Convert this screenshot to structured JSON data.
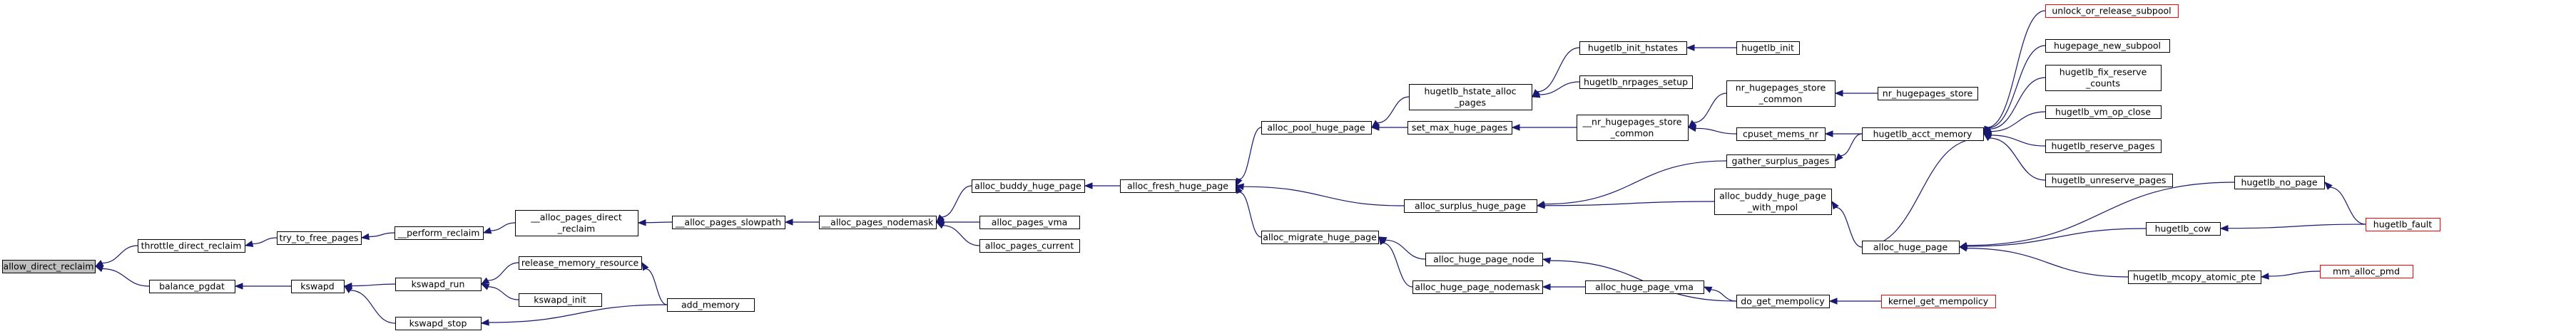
{
  "nodes": [
    {
      "id": "allow_direct_reclaim",
      "lines": [
        "allow_direct_reclaim"
      ],
      "root": true
    },
    {
      "id": "throttle_direct_reclaim",
      "lines": [
        "throttle_direct_reclaim"
      ]
    },
    {
      "id": "balance_pgdat",
      "lines": [
        "balance_pgdat"
      ]
    },
    {
      "id": "try_to_free_pages",
      "lines": [
        "try_to_free_pages"
      ]
    },
    {
      "id": "__perform_reclaim",
      "lines": [
        "__perform_reclaim"
      ]
    },
    {
      "id": "__alloc_pages_direct_reclaim",
      "lines": [
        "__alloc_pages_direct",
        "_reclaim"
      ]
    },
    {
      "id": "__alloc_pages_slowpath",
      "lines": [
        "__alloc_pages_slowpath"
      ]
    },
    {
      "id": "__alloc_pages_nodemask",
      "lines": [
        "__alloc_pages_nodemask"
      ]
    },
    {
      "id": "alloc_buddy_huge_page",
      "lines": [
        "alloc_buddy_huge_page"
      ]
    },
    {
      "id": "alloc_pages_vma",
      "lines": [
        "alloc_pages_vma"
      ]
    },
    {
      "id": "alloc_pages_current",
      "lines": [
        "alloc_pages_current"
      ]
    },
    {
      "id": "alloc_fresh_huge_page",
      "lines": [
        "alloc_fresh_huge_page"
      ]
    },
    {
      "id": "alloc_pool_huge_page",
      "lines": [
        "alloc_pool_huge_page"
      ]
    },
    {
      "id": "alloc_surplus_huge_page",
      "lines": [
        "alloc_surplus_huge_page"
      ]
    },
    {
      "id": "alloc_migrate_huge_page",
      "lines": [
        "alloc_migrate_huge_page"
      ]
    },
    {
      "id": "hugetlb_hstate_alloc_pages",
      "lines": [
        "hugetlb_hstate_alloc",
        "_pages"
      ]
    },
    {
      "id": "set_max_huge_pages",
      "lines": [
        "set_max_huge_pages"
      ]
    },
    {
      "id": "hugetlb_init_hstates",
      "lines": [
        "hugetlb_init_hstates"
      ]
    },
    {
      "id": "hugetlb_nrpages_setup",
      "lines": [
        "hugetlb_nrpages_setup"
      ]
    },
    {
      "id": "hugetlb_init",
      "lines": [
        "hugetlb_init"
      ]
    },
    {
      "id": "__nr_hugepages_store_common",
      "lines": [
        "__nr_hugepages_store",
        "_common"
      ]
    },
    {
      "id": "nr_hugepages_store_common",
      "lines": [
        "nr_hugepages_store",
        "_common"
      ]
    },
    {
      "id": "nr_hugepages_store",
      "lines": [
        "nr_hugepages_store"
      ]
    },
    {
      "id": "cpuset_mems_nr",
      "lines": [
        "cpuset_mems_nr"
      ]
    },
    {
      "id": "gather_surplus_pages",
      "lines": [
        "gather_surplus_pages"
      ]
    },
    {
      "id": "hugetlb_acct_memory",
      "lines": [
        "hugetlb_acct_memory"
      ]
    },
    {
      "id": "unlock_or_release_subpool",
      "lines": [
        "unlock_or_release_subpool"
      ],
      "red": true
    },
    {
      "id": "hugepage_new_subpool",
      "lines": [
        "hugepage_new_subpool"
      ]
    },
    {
      "id": "hugetlb_fix_reserve_counts",
      "lines": [
        "hugetlb_fix_reserve",
        "_counts"
      ]
    },
    {
      "id": "hugetlb_vm_op_close",
      "lines": [
        "hugetlb_vm_op_close"
      ]
    },
    {
      "id": "hugetlb_reserve_pages",
      "lines": [
        "hugetlb_reserve_pages"
      ]
    },
    {
      "id": "hugetlb_unreserve_pages",
      "lines": [
        "hugetlb_unreserve_pages"
      ]
    },
    {
      "id": "alloc_buddy_huge_page_with_mpol",
      "lines": [
        "alloc_buddy_huge_page",
        "_with_mpol"
      ]
    },
    {
      "id": "alloc_huge_page",
      "lines": [
        "alloc_huge_page"
      ]
    },
    {
      "id": "hugetlb_no_page",
      "lines": [
        "hugetlb_no_page"
      ]
    },
    {
      "id": "hugetlb_cow",
      "lines": [
        "hugetlb_cow"
      ]
    },
    {
      "id": "hugetlb_mcopy_atomic_pte",
      "lines": [
        "hugetlb_mcopy_atomic_pte"
      ]
    },
    {
      "id": "hugetlb_fault",
      "lines": [
        "hugetlb_fault"
      ],
      "red": true
    },
    {
      "id": "mm_alloc_pmd",
      "lines": [
        "mm_alloc_pmd"
      ],
      "red": true
    },
    {
      "id": "alloc_huge_page_node",
      "lines": [
        "alloc_huge_page_node"
      ]
    },
    {
      "id": "alloc_huge_page_nodemask",
      "lines": [
        "alloc_huge_page_nodemask"
      ]
    },
    {
      "id": "alloc_huge_page_vma",
      "lines": [
        "alloc_huge_page_vma"
      ]
    },
    {
      "id": "dc_get_mempolicy",
      "lines": [
        "do_get_mempolicy"
      ]
    },
    {
      "id": "kernel_get_mempolicy",
      "lines": [
        "kernel_get_mempolicy"
      ],
      "red": true
    },
    {
      "id": "kswapd",
      "lines": [
        "kswapd"
      ]
    },
    {
      "id": "kswapd_run",
      "lines": [
        "kswapd_run"
      ]
    },
    {
      "id": "kswapd_stop",
      "lines": [
        "kswapd_stop"
      ]
    },
    {
      "id": "release_memory_resource",
      "lines": [
        "release_memory_resource"
      ]
    },
    {
      "id": "kswapd_init",
      "lines": [
        "kswapd_init"
      ]
    },
    {
      "id": "add_memory",
      "lines": [
        "add_memory"
      ]
    }
  ],
  "edges": [
    [
      "throttle_direct_reclaim",
      "allow_direct_reclaim"
    ],
    [
      "balance_pgdat",
      "allow_direct_reclaim"
    ],
    [
      "try_to_free_pages",
      "throttle_direct_reclaim"
    ],
    [
      "__perform_reclaim",
      "try_to_free_pages"
    ],
    [
      "__alloc_pages_direct_reclaim",
      "__perform_reclaim"
    ],
    [
      "__alloc_pages_slowpath",
      "__alloc_pages_direct_reclaim"
    ],
    [
      "__alloc_pages_nodemask",
      "__alloc_pages_slowpath"
    ],
    [
      "alloc_buddy_huge_page",
      "__alloc_pages_nodemask"
    ],
    [
      "alloc_pages_vma",
      "__alloc_pages_nodemask"
    ],
    [
      "alloc_pages_current",
      "__alloc_pages_nodemask"
    ],
    [
      "alloc_fresh_huge_page",
      "alloc_buddy_huge_page"
    ],
    [
      "alloc_pool_huge_page",
      "alloc_fresh_huge_page"
    ],
    [
      "alloc_surplus_huge_page",
      "alloc_fresh_huge_page"
    ],
    [
      "alloc_migrate_huge_page",
      "alloc_fresh_huge_page"
    ],
    [
      "hugetlb_hstate_alloc_pages",
      "alloc_pool_huge_page"
    ],
    [
      "set_max_huge_pages",
      "alloc_pool_huge_page"
    ],
    [
      "hugetlb_init_hstates",
      "hugetlb_hstate_alloc_pages"
    ],
    [
      "hugetlb_nrpages_setup",
      "hugetlb_hstate_alloc_pages"
    ],
    [
      "hugetlb_init",
      "hugetlb_init_hstates"
    ],
    [
      "__nr_hugepages_store_common",
      "set_max_huge_pages"
    ],
    [
      "nr_hugepages_store_common",
      "__nr_hugepages_store_common"
    ],
    [
      "cpuset_mems_nr",
      "__nr_hugepages_store_common"
    ],
    [
      "nr_hugepages_store",
      "nr_hugepages_store_common"
    ],
    [
      "hugetlb_acct_memory",
      "cpuset_mems_nr"
    ],
    [
      "gather_surplus_pages",
      "alloc_surplus_huge_page"
    ],
    [
      "alloc_buddy_huge_page_with_mpol",
      "alloc_surplus_huge_page"
    ],
    [
      "hugetlb_acct_memory",
      "gather_surplus_pages"
    ],
    [
      "unlock_or_release_subpool",
      "hugetlb_acct_memory"
    ],
    [
      "hugepage_new_subpool",
      "hugetlb_acct_memory"
    ],
    [
      "hugetlb_fix_reserve_counts",
      "hugetlb_acct_memory"
    ],
    [
      "hugetlb_vm_op_close",
      "hugetlb_acct_memory"
    ],
    [
      "hugetlb_reserve_pages",
      "hugetlb_acct_memory"
    ],
    [
      "hugetlb_unreserve_pages",
      "hugetlb_acct_memory"
    ],
    [
      "alloc_huge_page",
      "hugetlb_acct_memory"
    ],
    [
      "alloc_huge_page",
      "alloc_buddy_huge_page_with_mpol"
    ],
    [
      "hugetlb_no_page",
      "alloc_huge_page"
    ],
    [
      "hugetlb_cow",
      "alloc_huge_page"
    ],
    [
      "hugetlb_mcopy_atomic_pte",
      "alloc_huge_page"
    ],
    [
      "hugetlb_fault",
      "hugetlb_no_page"
    ],
    [
      "hugetlb_fault",
      "hugetlb_cow"
    ],
    [
      "mm_alloc_pmd",
      "hugetlb_mcopy_atomic_pte"
    ],
    [
      "alloc_huge_page_node",
      "alloc_migrate_huge_page"
    ],
    [
      "alloc_huge_page_nodemask",
      "alloc_migrate_huge_page"
    ],
    [
      "dc_get_mempolicy",
      "alloc_huge_page_node"
    ],
    [
      "alloc_huge_page_vma",
      "alloc_huge_page_nodemask"
    ],
    [
      "dc_get_mempolicy",
      "alloc_huge_page_vma"
    ],
    [
      "kernel_get_mempolicy",
      "dc_get_mempolicy"
    ],
    [
      "kswapd",
      "balance_pgdat"
    ],
    [
      "kswapd_run",
      "kswapd"
    ],
    [
      "kswapd_stop",
      "kswapd"
    ],
    [
      "release_memory_resource",
      "kswapd_run"
    ],
    [
      "kswapd_init",
      "kswapd_run"
    ],
    [
      "add_memory",
      "release_memory_resource"
    ],
    [
      "add_memory",
      "kswapd_stop"
    ]
  ]
}
